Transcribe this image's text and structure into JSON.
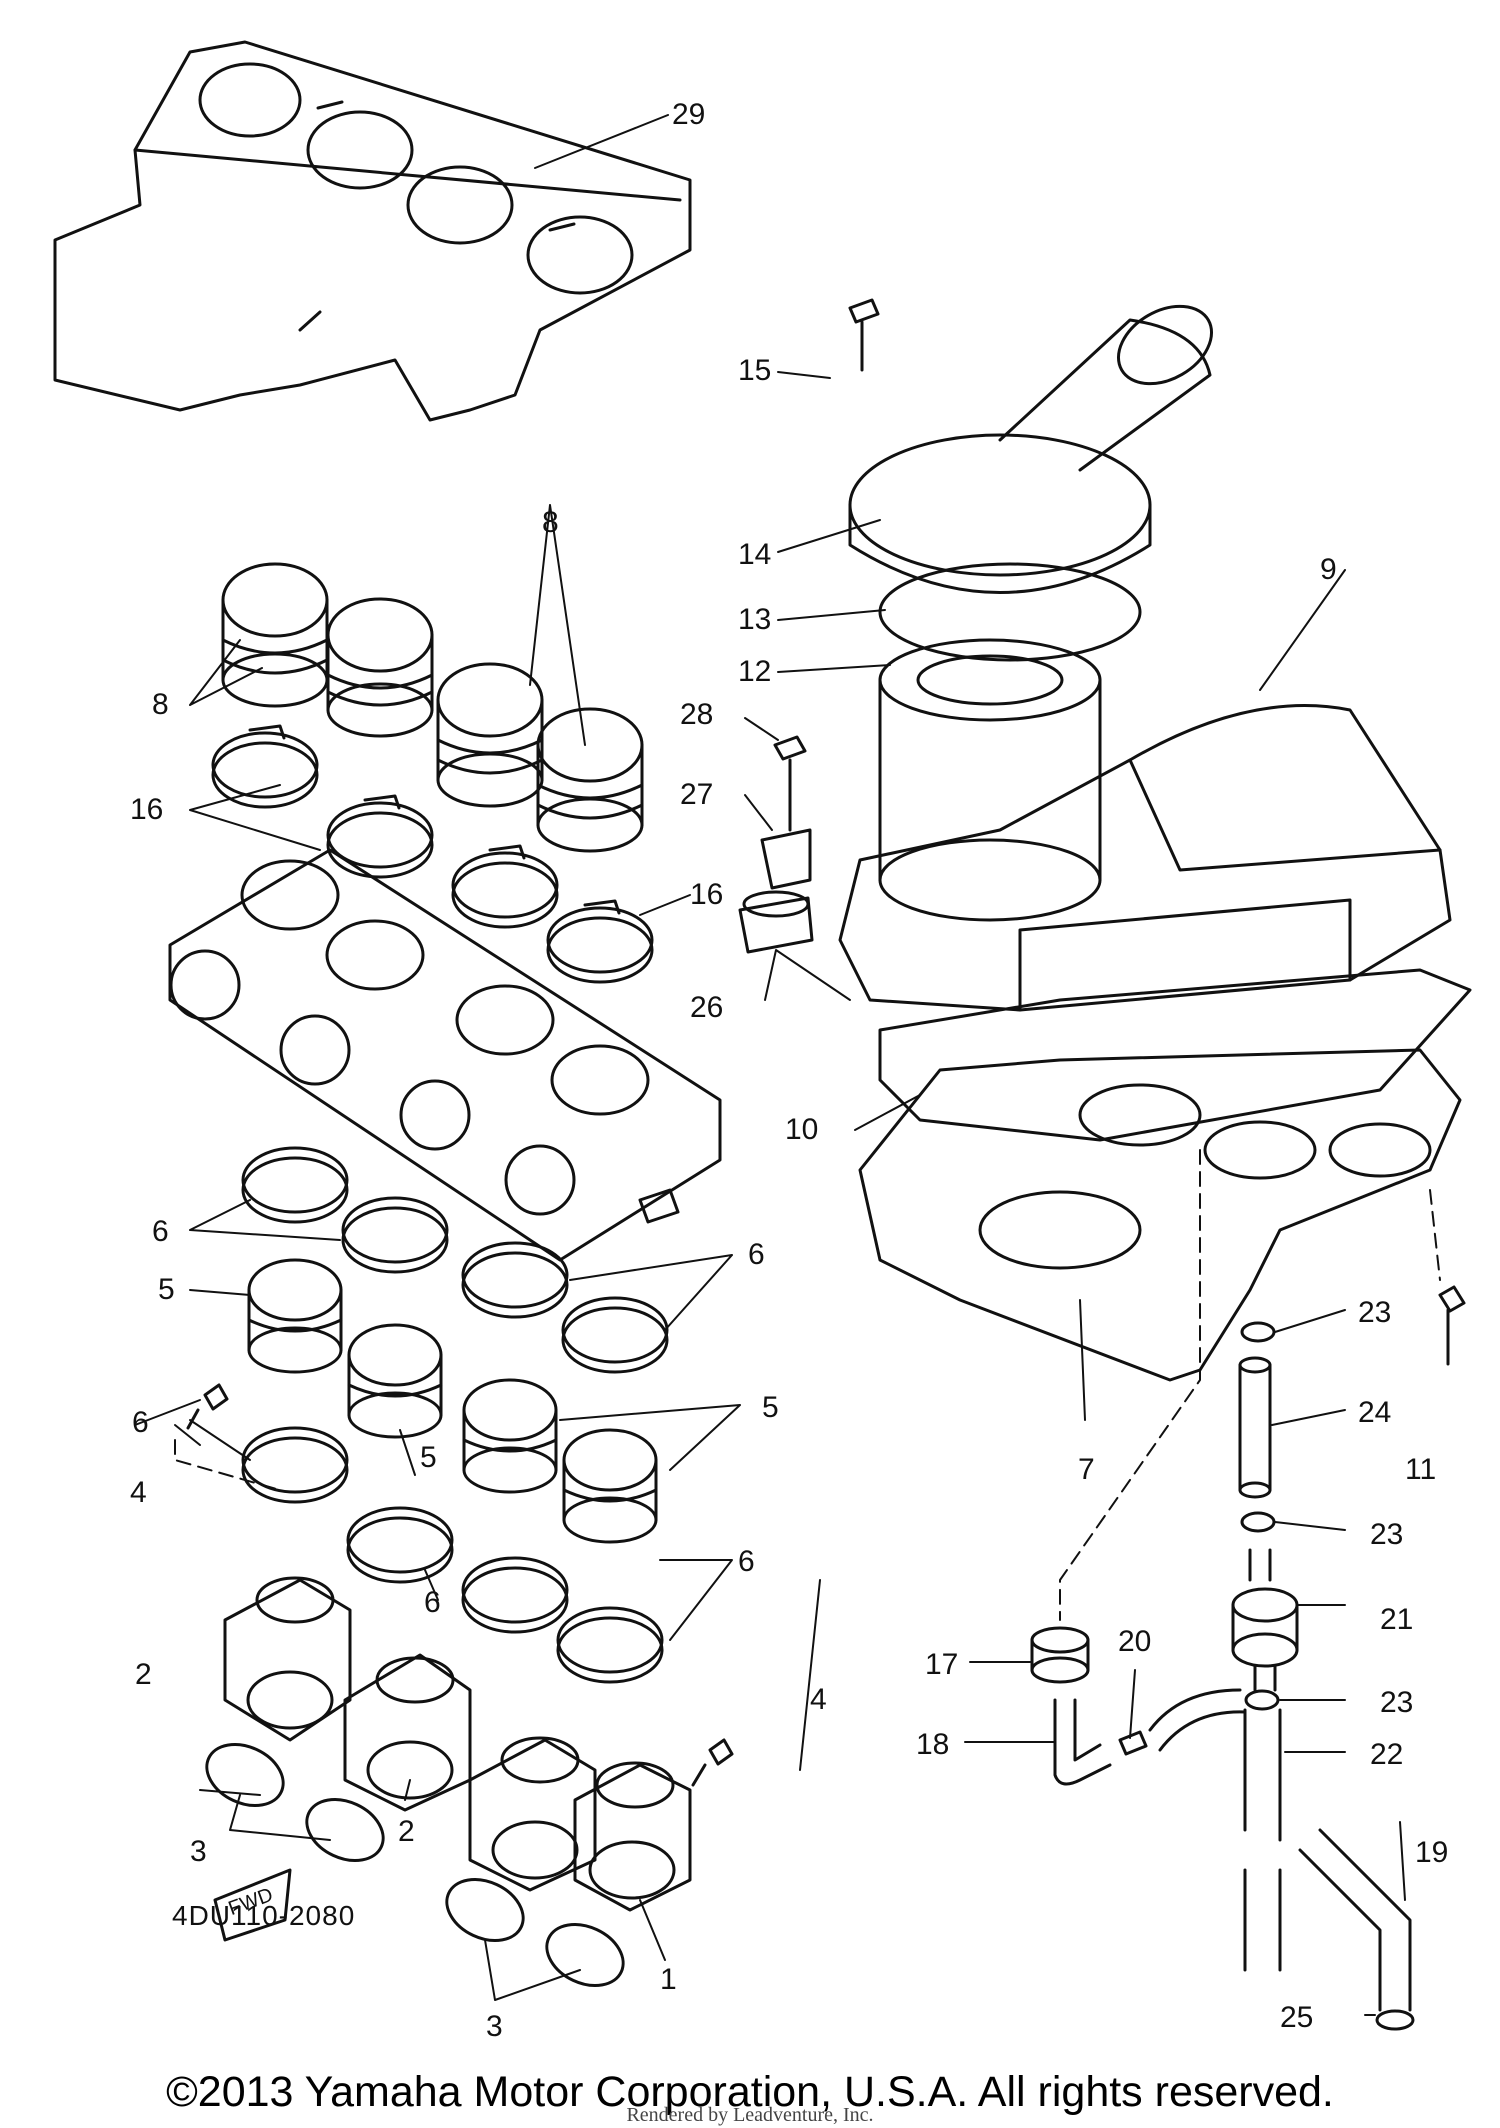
{
  "labels": {
    "l29": "29",
    "l15": "15",
    "l14": "14",
    "l13": "13",
    "l12": "12",
    "l9": "9",
    "l8": "8",
    "l28": "28",
    "l27": "27",
    "l26": "26",
    "l16": "16",
    "l10": "10",
    "l6": "6",
    "l5": "5",
    "l7": "7",
    "l11": "11",
    "l23": "23",
    "l24": "24",
    "l21": "21",
    "l22": "22",
    "l17": "17",
    "l18": "18",
    "l19": "19",
    "l20": "20",
    "l25": "25",
    "l4": "4",
    "l3": "3",
    "l2": "2",
    "l1": "1"
  },
  "fwd_label": "FWD",
  "part_code": "4DU110-2080",
  "copyright": "©2013 Yamaha Motor Corporation, U.S.A. All rights reserved.",
  "watermark": "Rendered by Leadventure, Inc."
}
